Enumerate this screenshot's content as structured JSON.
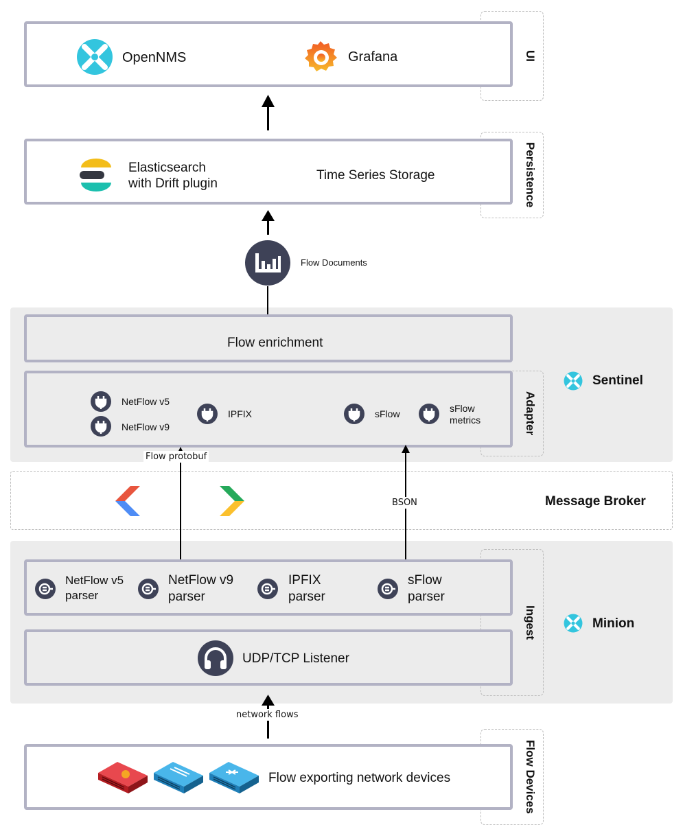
{
  "layers": {
    "ui": "UI",
    "persistence": "Persistence",
    "adapter": "Adapter",
    "ingest": "Ingest",
    "flow_devices": "Flow Devices"
  },
  "ui_box": {
    "opennms": "OpenNMS",
    "grafana": "Grafana"
  },
  "persistence_box": {
    "elastic_line1": "Elasticsearch",
    "elastic_line2": "with Drift plugin",
    "tss": "Time Series Storage"
  },
  "flow_documents": "Flow Documents",
  "sentinel": {
    "title": "Sentinel",
    "enrichment": "Flow enrichment",
    "adapters": {
      "netflow_v5": "NetFlow v5",
      "netflow_v9": "NetFlow v9",
      "ipfix": "IPFIX",
      "sflow": "sFlow",
      "sflow_metrics_1": "sFlow",
      "sflow_metrics_2": "metrics"
    }
  },
  "edges": {
    "flow_protobuf": "Flow protobuf",
    "bson": "BSON",
    "network_flows": "network flows"
  },
  "message_broker": "Message Broker",
  "minion": {
    "title": "Minion",
    "parsers": {
      "nf5_1": "NetFlow v5",
      "nf5_2": "parser",
      "nf9_1": "NetFlow v9",
      "nf9_2": "parser",
      "ipfix_1": "IPFIX",
      "ipfix_2": "parser",
      "sflow_1": "sFlow",
      "sflow_2": "parser"
    },
    "listener": "UDP/TCP Listener"
  },
  "devices": {
    "label": "Flow exporting network devices"
  },
  "colors": {
    "box_border": "#b2b2c4",
    "panel": "#ececec",
    "opennms_cyan": "#33c5de",
    "icon_dark": "#3e4257",
    "elastic_yellow": "#f3bd19",
    "elastic_teal": "#1bbfae",
    "firewall_red": "#d8232a",
    "switch_blue": "#2f9fd8"
  }
}
